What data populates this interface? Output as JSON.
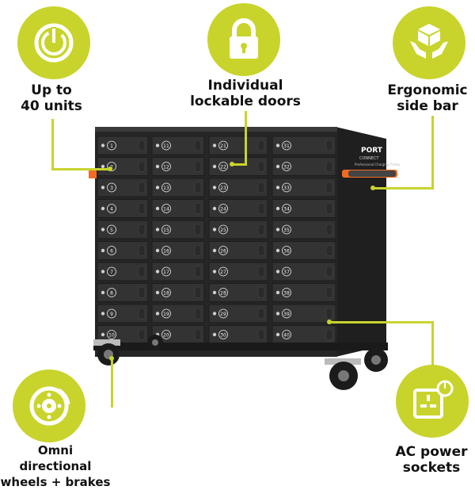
{
  "features": {
    "units": {
      "label": "Up to\n40 units",
      "icon": "power-icon"
    },
    "doors": {
      "label": "Individual\nlockable doors",
      "icon": "padlock-icon"
    },
    "sidebar": {
      "label": "Ergonomic\nside bar",
      "icon": "hands-box-icon"
    },
    "wheels": {
      "label": "Omni directional\nwheels  + brakes",
      "icon": "brake-disc-icon"
    },
    "power": {
      "label": "AC power\nsockets",
      "icon": "power-socket-icon"
    }
  },
  "brand": {
    "logo": "PORT",
    "sub": "CONNECT",
    "tagline": "Professional Charging Trolley"
  },
  "lockers": {
    "columns": [
      [
        "1",
        "2",
        "3",
        "4",
        "5",
        "6",
        "7",
        "8",
        "9",
        "10"
      ],
      [
        "11",
        "12",
        "13",
        "14",
        "15",
        "16",
        "17",
        "18",
        "19",
        "20"
      ],
      [
        "21",
        "22",
        "23",
        "24",
        "25",
        "26",
        "27",
        "28",
        "29",
        "30"
      ],
      [
        "31",
        "32",
        "33",
        "34",
        "35",
        "36",
        "37",
        "38",
        "39",
        "40"
      ]
    ]
  },
  "colors": {
    "accent": "#c8d42c",
    "cabinet": "#2b2b2b",
    "door": "#333333",
    "handle": "#f26b21"
  }
}
